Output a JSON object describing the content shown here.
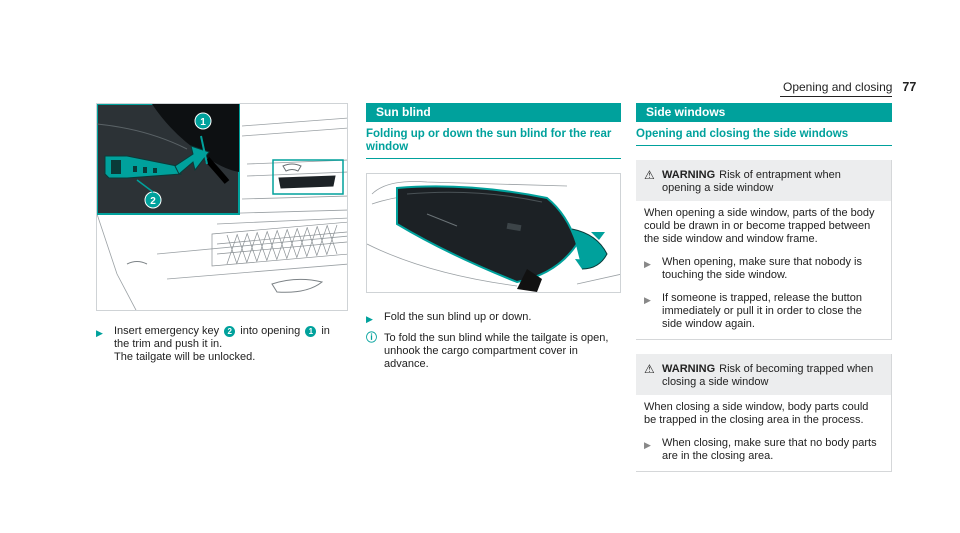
{
  "header": {
    "section_title": "Opening and closing",
    "page_number": "77"
  },
  "left_column": {
    "figure": {
      "callouts": [
        "1",
        "2"
      ]
    },
    "step": {
      "line1_a": "Insert emergency key",
      "key_num": "2",
      "line1_b": "into opening",
      "open_num": "1",
      "line1_c": "in the trim and push it in.",
      "line2": "The tailgate will be unlocked."
    }
  },
  "middle_column": {
    "section_title": "Sun blind",
    "subheading": "Folding up or down the sun blind for the rear window",
    "step": "Fold the sun blind up or down.",
    "note": "To fold the sun blind while the tailgate is open, unhook the cargo compartment cover in advance."
  },
  "right_column": {
    "section_title": "Side windows",
    "subheading": "Opening and closing the side windows",
    "warning1": {
      "label": "WARNING",
      "title": "Risk of entrapment when opening a side window",
      "body": "When opening a side window, parts of the body could be drawn in or become trapped between the side window and window frame.",
      "step1": "When opening, make sure that nobody is touching the side window.",
      "step2": "If someone is trapped, release the button immediately or pull it in order to close the side window again."
    },
    "warning2": {
      "label": "WARNING",
      "title": "Risk of becoming trapped when closing a side window",
      "body": "When closing a side window, body parts could be trapped in the closing area in the process.",
      "step1": "When closing, make sure that no body parts are in the closing area."
    }
  },
  "colors": {
    "accent": "#00a19c",
    "warning_bg": "#ecedee"
  }
}
